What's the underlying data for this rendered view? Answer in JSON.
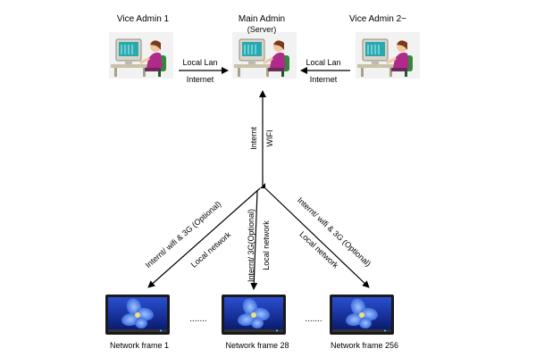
{
  "admins": {
    "vice_1": "Vice Admin 1",
    "main": "Main Admin",
    "main_sub": "(Server)",
    "vice_2": "Vice Admin 2~"
  },
  "links": {
    "left_top": "Local Lan",
    "left_bottom": "Internet",
    "right_top": "Local Lan",
    "right_bottom": "Internet",
    "vertical_a": "Internt",
    "vertical_b": "WIFI",
    "diag_left_a": "Internt/ wifi & 3G (Optional)",
    "diag_left_b": "Local network",
    "mid_a": "Internt/ 3G(Optional)",
    "mid_b": "Local network",
    "diag_right_a": "Internt/ wifi & 3G (Optional)",
    "diag_right_b": "Local network"
  },
  "frames": {
    "frame_1": "Network frame 1",
    "frame_28": "Network frame 28",
    "frame_256": "Network frame 256",
    "dots": "......."
  },
  "colors": {
    "monitor_body": "#d9d6c7",
    "screen": "#2aa8b0",
    "person_shirt": "#b02a8a",
    "hair": "#7a3a1a",
    "chair": "#2f8a3a",
    "frame_border": "#1a1a1a",
    "flower": "#3a6fd8"
  }
}
